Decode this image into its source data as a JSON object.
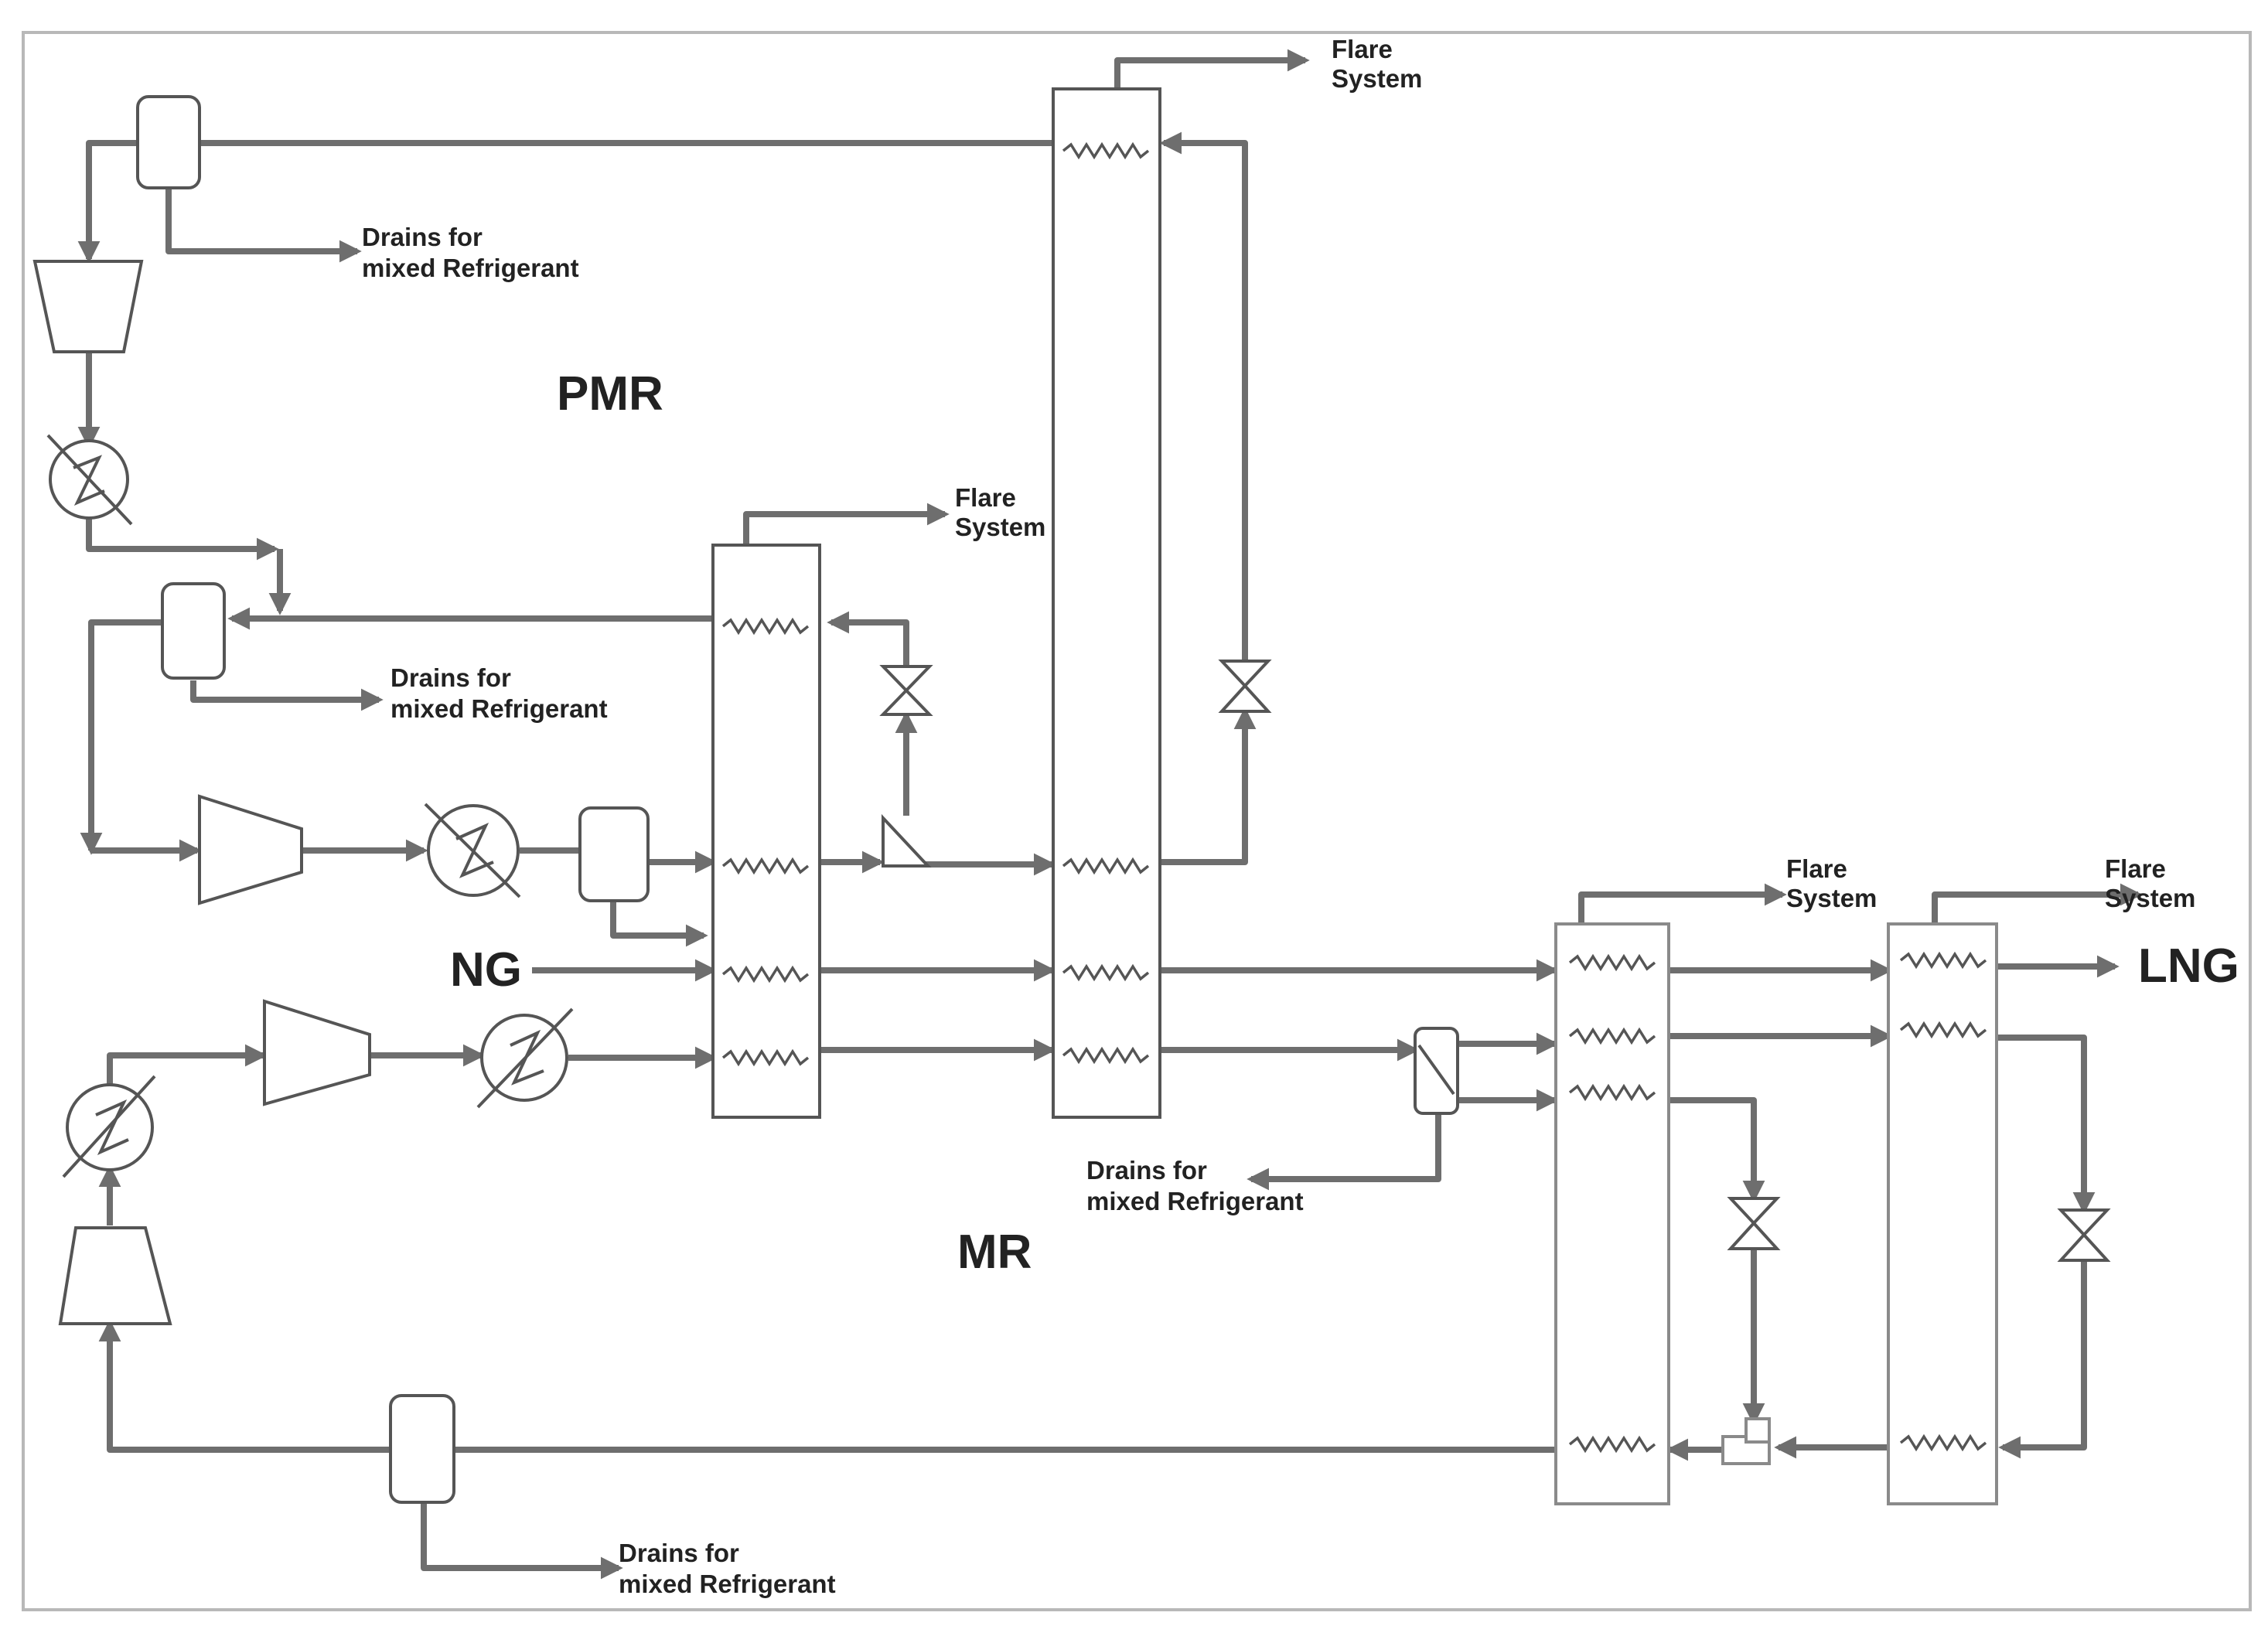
{
  "labels": {
    "flare_1": [
      "Flare",
      "System"
    ],
    "flare_2": [
      "Flare",
      "System"
    ],
    "flare_3": [
      "Flare",
      "System"
    ],
    "flare_4": [
      "Flare",
      "System"
    ],
    "drains_1": [
      "Drains for",
      "mixed Refrigerant"
    ],
    "drains_2": [
      "Drains for",
      "mixed Refrigerant"
    ],
    "drains_3": [
      "Drains for",
      "mixed Refrigerant"
    ],
    "drains_4": [
      "Drains for",
      "mixed Refrigerant"
    ],
    "pmr": "PMR",
    "mr": "MR",
    "ng": "NG",
    "lng": "LNG"
  }
}
